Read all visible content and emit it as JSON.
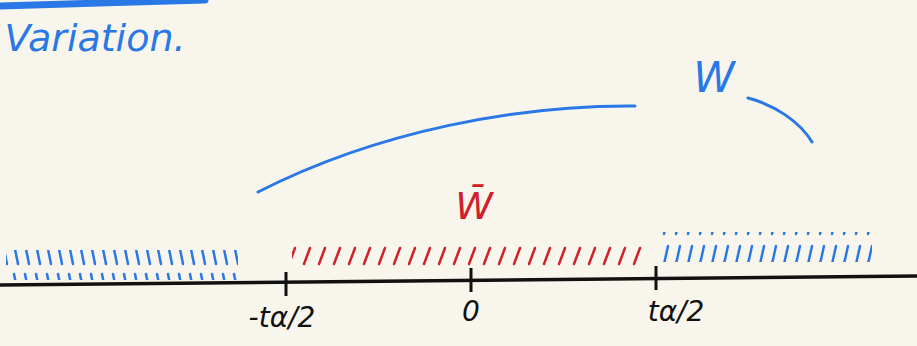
{
  "diagram": {
    "labels": [
      "Variation.",
      "W",
      "W̄",
      "-tα/2",
      "0",
      "tα/2"
    ]
  }
}
